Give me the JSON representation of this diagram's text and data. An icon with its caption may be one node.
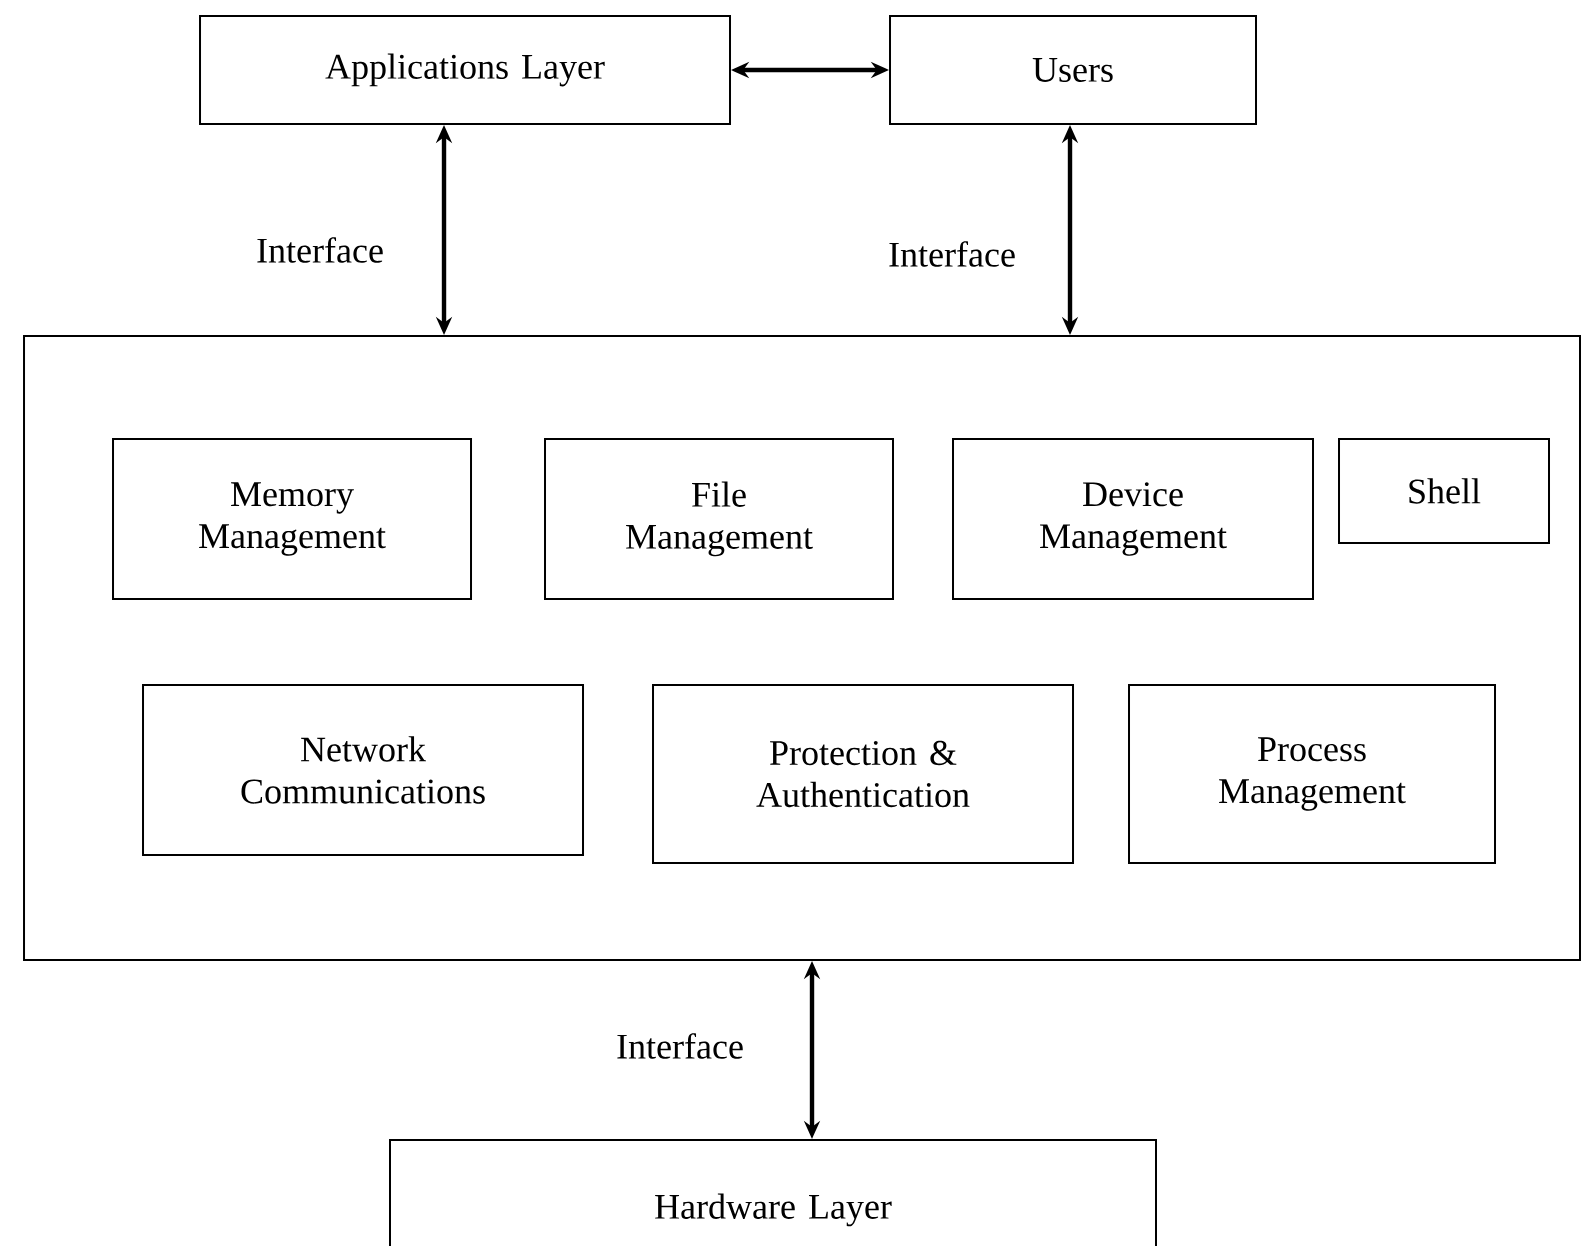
{
  "diagram": {
    "nodes": [
      {
        "text": [
          "Applications Layer"
        ]
      },
      {
        "text": [
          "Users"
        ]
      },
      {
        "text": [],
        "shape": "box"
      },
      {
        "text": [
          "Memory Management"
        ],
        "in": 2
      },
      {
        "text": [
          "File Management"
        ],
        "in": 2
      },
      {
        "text": [
          "Device Management"
        ],
        "in": 2
      },
      {
        "text": [
          "Shell"
        ],
        "in": 2
      },
      {
        "text": [
          "Network Communications"
        ],
        "in": 2
      },
      {
        "text": [
          "Protection & Authentication"
        ],
        "in": 2
      },
      {
        "text": [
          "Process Management"
        ],
        "in": 2
      },
      {
        "text": [
          "Hardware Layer"
        ]
      }
    ],
    "edges": [
      {
        "from": 0,
        "to": 1,
        "arrow": "both"
      },
      {
        "from": 0,
        "to": 2,
        "arrow": "both",
        "label": "Interface"
      },
      {
        "from": 1,
        "to": 2,
        "arrow": "both",
        "label": "Interface"
      },
      {
        "from": 2,
        "to": 10,
        "arrow": "both",
        "label": "Interface"
      }
    ]
  }
}
